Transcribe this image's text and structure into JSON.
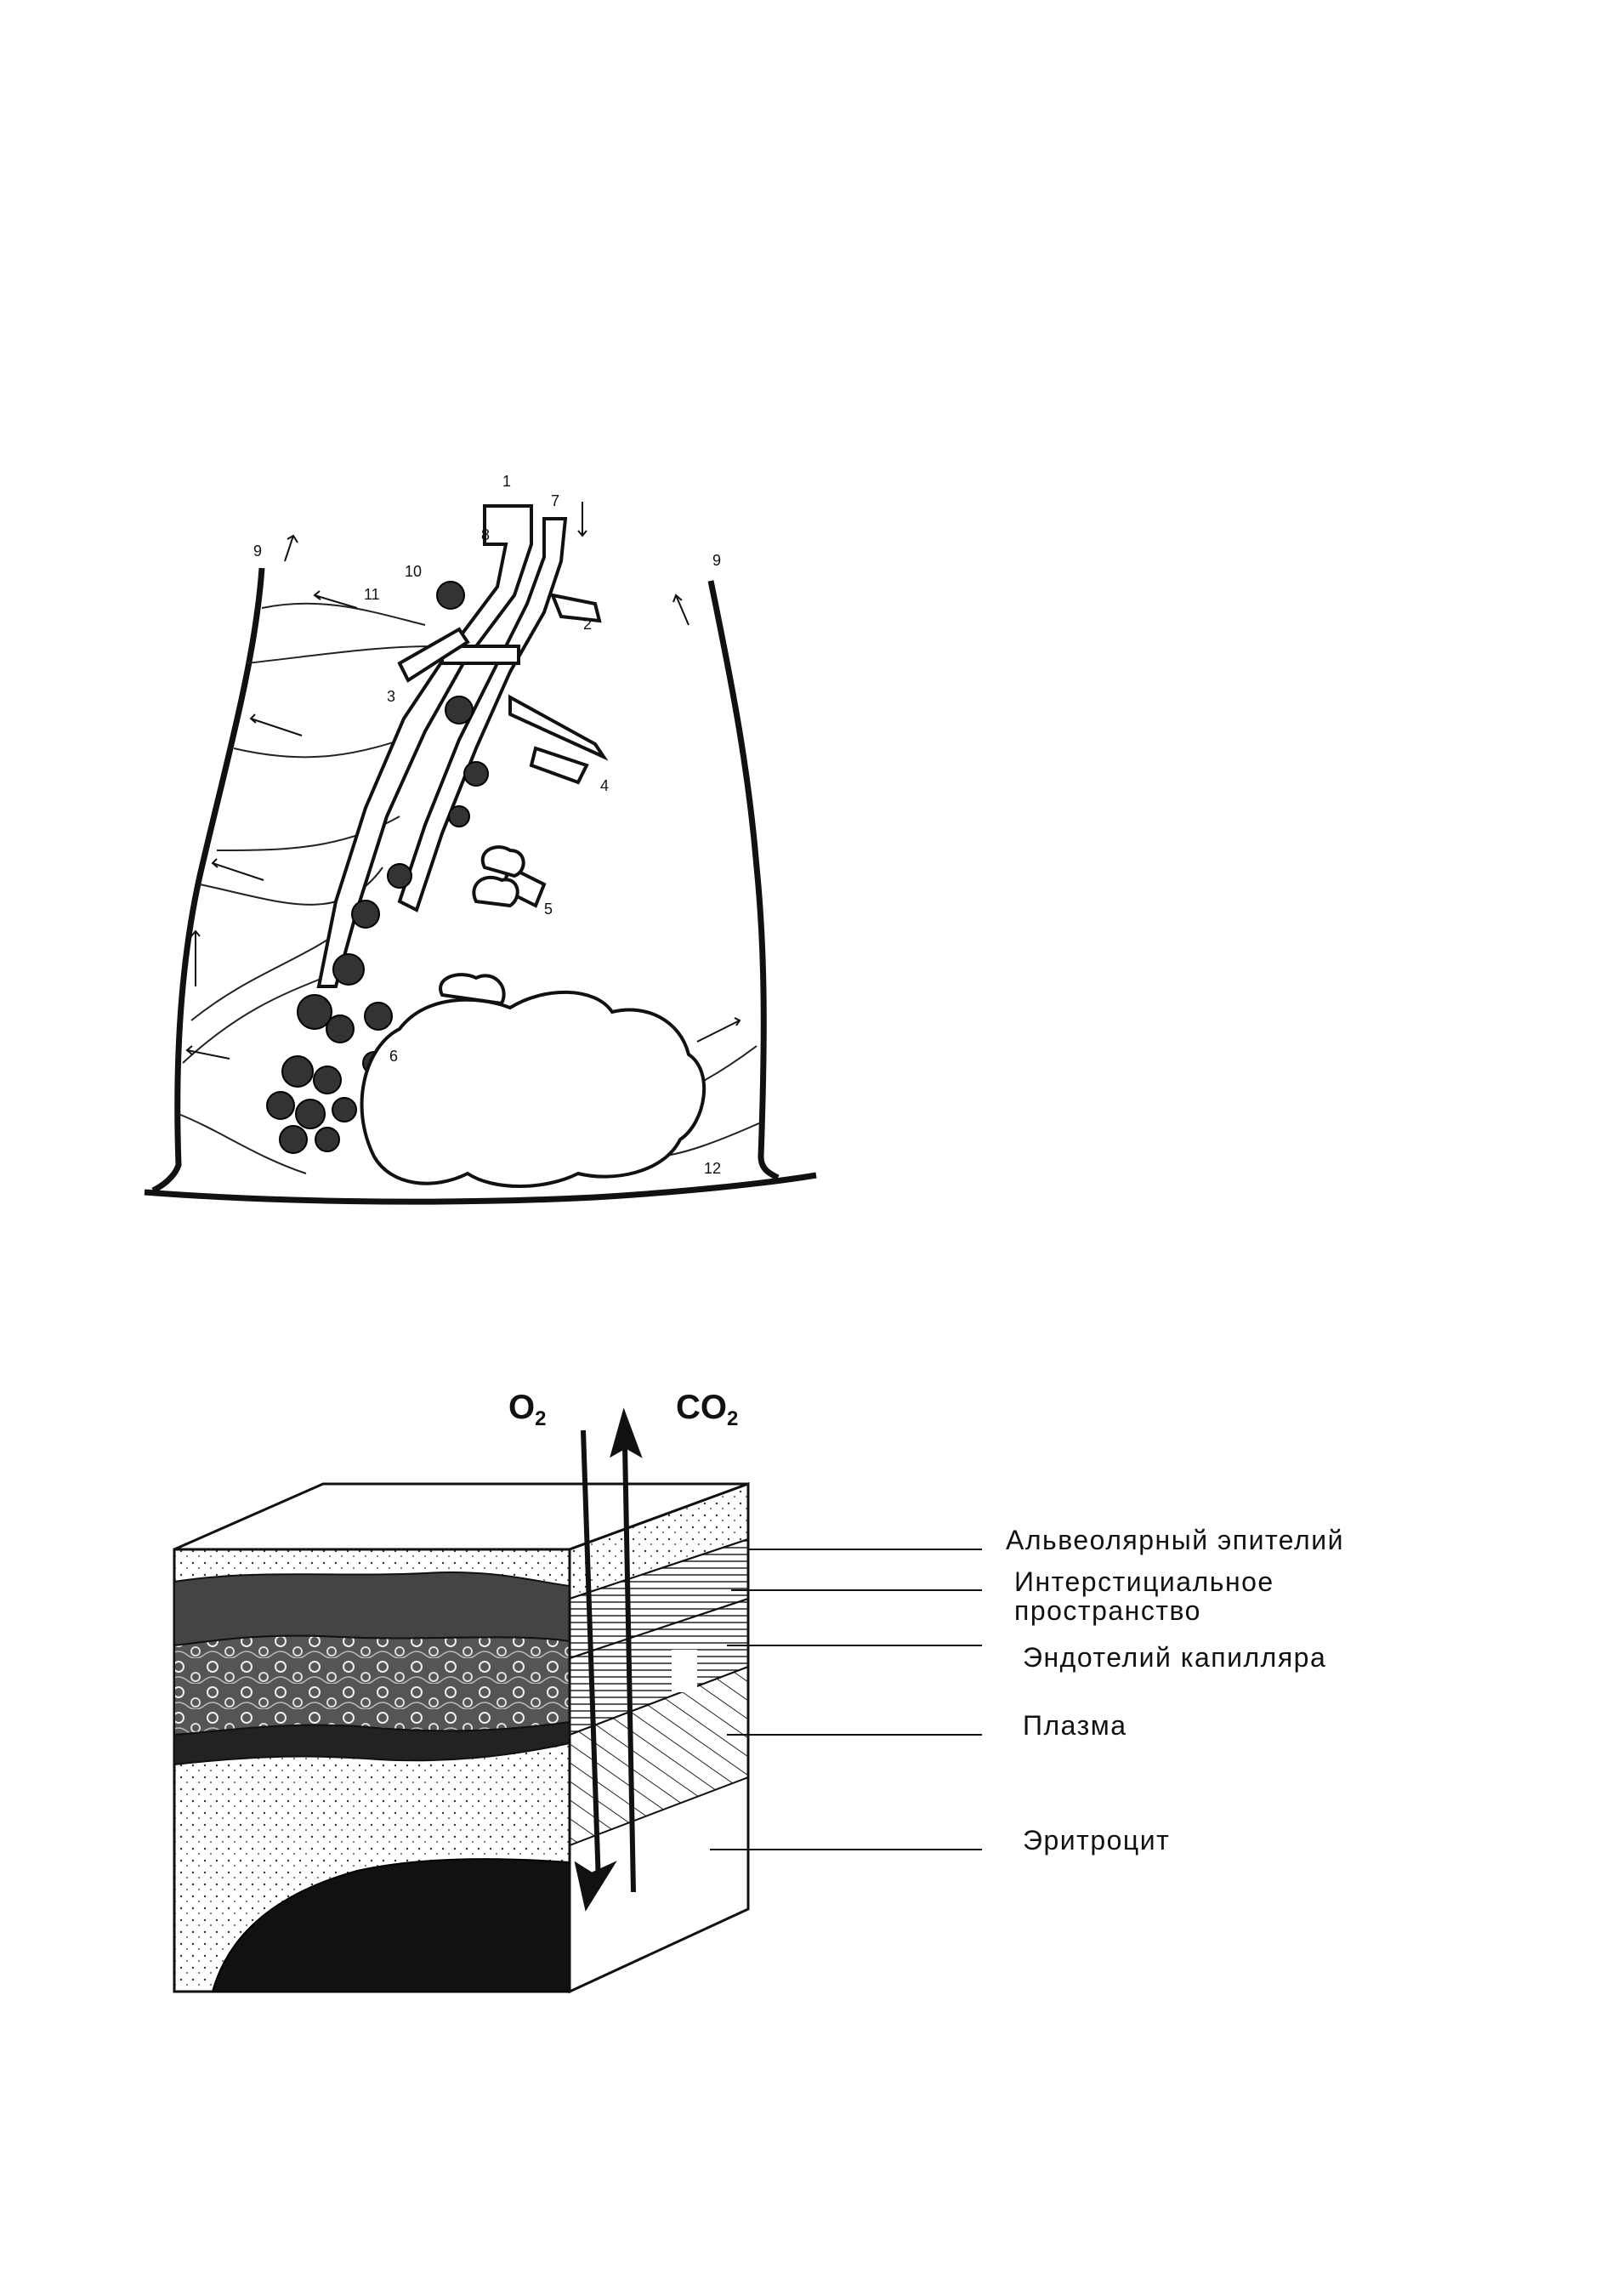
{
  "figure_top": {
    "numbers": [
      "1",
      "2",
      "3",
      "4",
      "5",
      "6",
      "7",
      "8",
      "9",
      "9",
      "10",
      "11",
      "12"
    ]
  },
  "figure_bottom": {
    "gases": {
      "o2": {
        "base": "O",
        "sub": "2"
      },
      "co2": {
        "base": "CO",
        "sub": "2"
      }
    },
    "layers": [
      "Альвеолярный  эпителий",
      "Интерстициальное",
      "пространство",
      "Эндотелий  капилляра",
      "Плазма",
      "Эритроцит"
    ]
  }
}
